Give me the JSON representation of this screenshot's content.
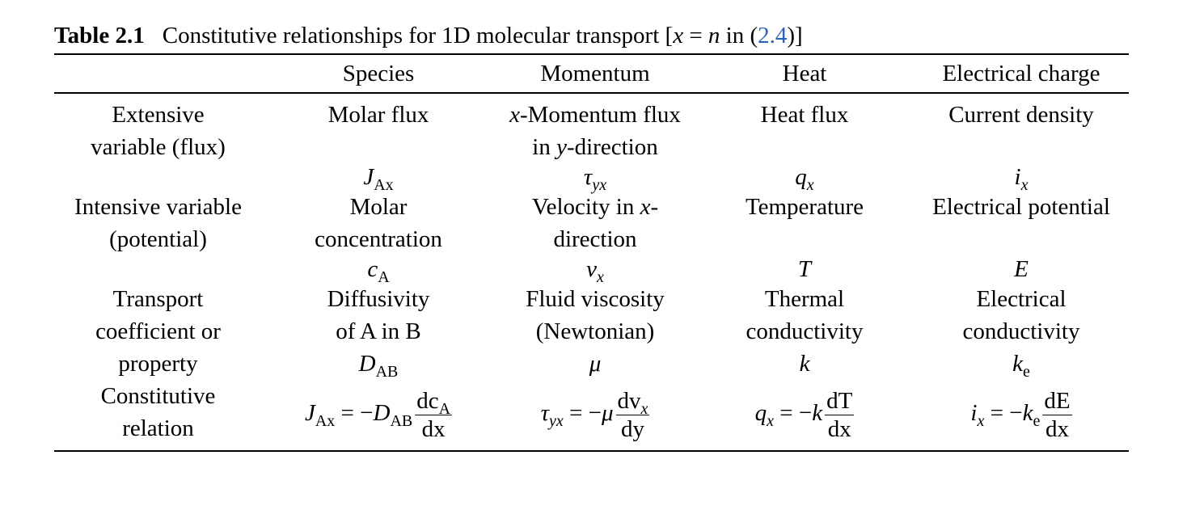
{
  "caption": {
    "table_number": "Table 2.1",
    "title_prefix": "Constitutive relationships for 1D molecular transport [",
    "title_x": "x",
    "title_eq": " = ",
    "title_n": "n",
    "title_in": " in (",
    "title_ref": "2.4",
    "title_close": ")]"
  },
  "columns": [
    "",
    "Species",
    "Momentum",
    "Heat",
    "Electrical charge"
  ],
  "rows": {
    "extensive": {
      "label": [
        "Extensive",
        "variable (flux)"
      ],
      "species": "Molar flux",
      "momentum_line1_var": "x",
      "momentum_line1_text": "-Momentum flux",
      "momentum_line2_text": "in ",
      "momentum_line2_var": "y",
      "momentum_line2_tail": "-direction",
      "heat": "Heat flux",
      "electrical": "Current density"
    },
    "extensive_symbols": {
      "species": "J",
      "species_sub": "Ax",
      "momentum": "τ",
      "momentum_sub": "yx",
      "heat": "q",
      "heat_sub": "x",
      "electrical": "i",
      "electrical_sub": "x"
    },
    "intensive": {
      "label": [
        "Intensive variable",
        "(potential)"
      ],
      "species": [
        "Molar",
        "concentration"
      ],
      "momentum_line1_text": "Velocity in ",
      "momentum_line1_var": "x",
      "momentum_line1_tail": "-",
      "momentum_line2_text": "direction",
      "heat": "Temperature",
      "electrical": "Electrical potential"
    },
    "intensive_symbols": {
      "species": "c",
      "species_sub": "A",
      "momentum": "v",
      "momentum_sub": "x",
      "heat": "T",
      "electrical": "E"
    },
    "transport": {
      "label": [
        "Transport",
        "coefficient or",
        "property"
      ],
      "species": [
        "Diffusivity",
        "of A in B"
      ],
      "momentum": [
        "Fluid viscosity",
        "(Newtonian)"
      ],
      "heat": [
        "Thermal",
        "conductivity"
      ],
      "electrical": [
        "Electrical",
        "conductivity"
      ],
      "species_sym": "D",
      "species_sym_sub": "AB",
      "momentum_sym": "μ",
      "heat_sym": "k",
      "electrical_sym": "k",
      "electrical_sym_sub": "e"
    },
    "constitutive": {
      "label": [
        "Constitutive",
        "relation"
      ],
      "species": {
        "lhs": "J",
        "lhs_sub": "Ax",
        "eq": " = −",
        "coef": "D",
        "coef_sub": "AB",
        "num": "dc",
        "num_sub": "A",
        "den": "dx"
      },
      "momentum": {
        "lhs": "τ",
        "lhs_sub": "yx",
        "eq": " = −",
        "coef": "μ",
        "num": "dv",
        "num_sub": "x",
        "den": "dy"
      },
      "heat": {
        "lhs": "q",
        "lhs_sub": "x",
        "eq": " = −",
        "coef": "k",
        "num": "dT",
        "den": "dx"
      },
      "electrical": {
        "lhs": "i",
        "lhs_sub": "x",
        "eq": " = −",
        "coef": "k",
        "coef_sub": "e",
        "num": "dE",
        "den": "dx"
      }
    }
  }
}
